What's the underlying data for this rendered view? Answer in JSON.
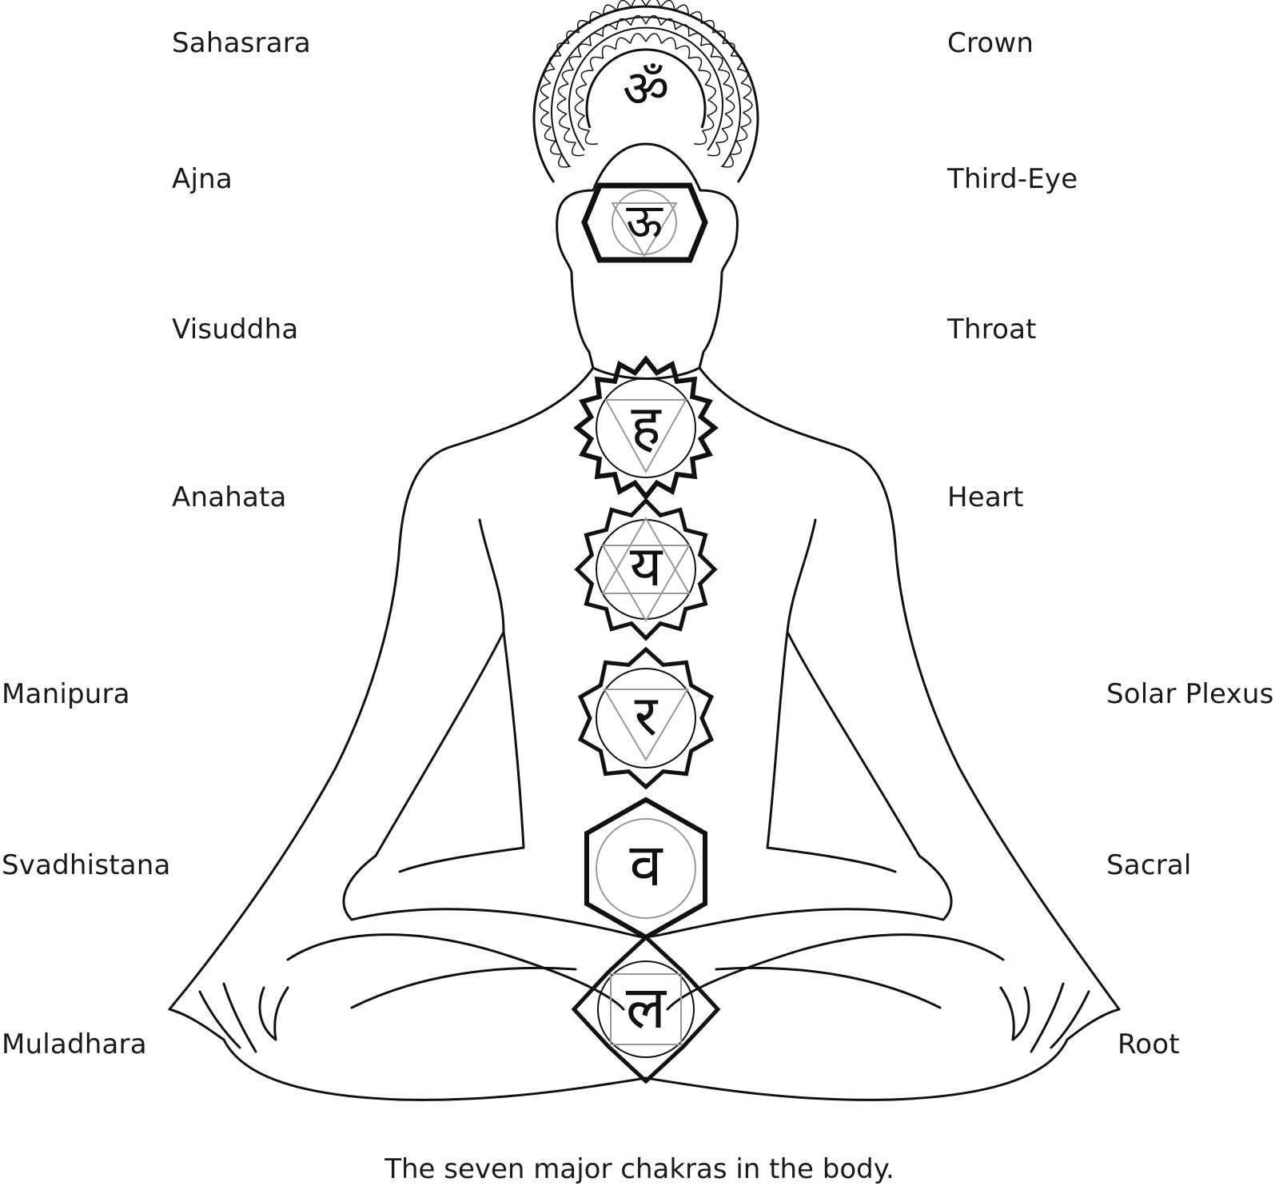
{
  "caption": "The seven major chakras in the body.",
  "chakras": [
    {
      "sanskrit": "Sahasrara",
      "english": "Crown",
      "glyph": "ॐ"
    },
    {
      "sanskrit": "Ajna",
      "english": "Third-Eye",
      "glyph": "ऊ"
    },
    {
      "sanskrit": "Visuddha",
      "english": "Throat",
      "glyph": "ह"
    },
    {
      "sanskrit": "Anahata",
      "english": "Heart",
      "glyph": "य"
    },
    {
      "sanskrit": "Manipura",
      "english": "Solar Plexus",
      "glyph": "र"
    },
    {
      "sanskrit": "Svadhistana",
      "english": "Sacral",
      "glyph": "व"
    },
    {
      "sanskrit": "Muladhara",
      "english": "Root",
      "glyph": "ल"
    }
  ],
  "colors": {
    "line": "#111111",
    "accent_line": "#999999",
    "background": "#ffffff"
  }
}
